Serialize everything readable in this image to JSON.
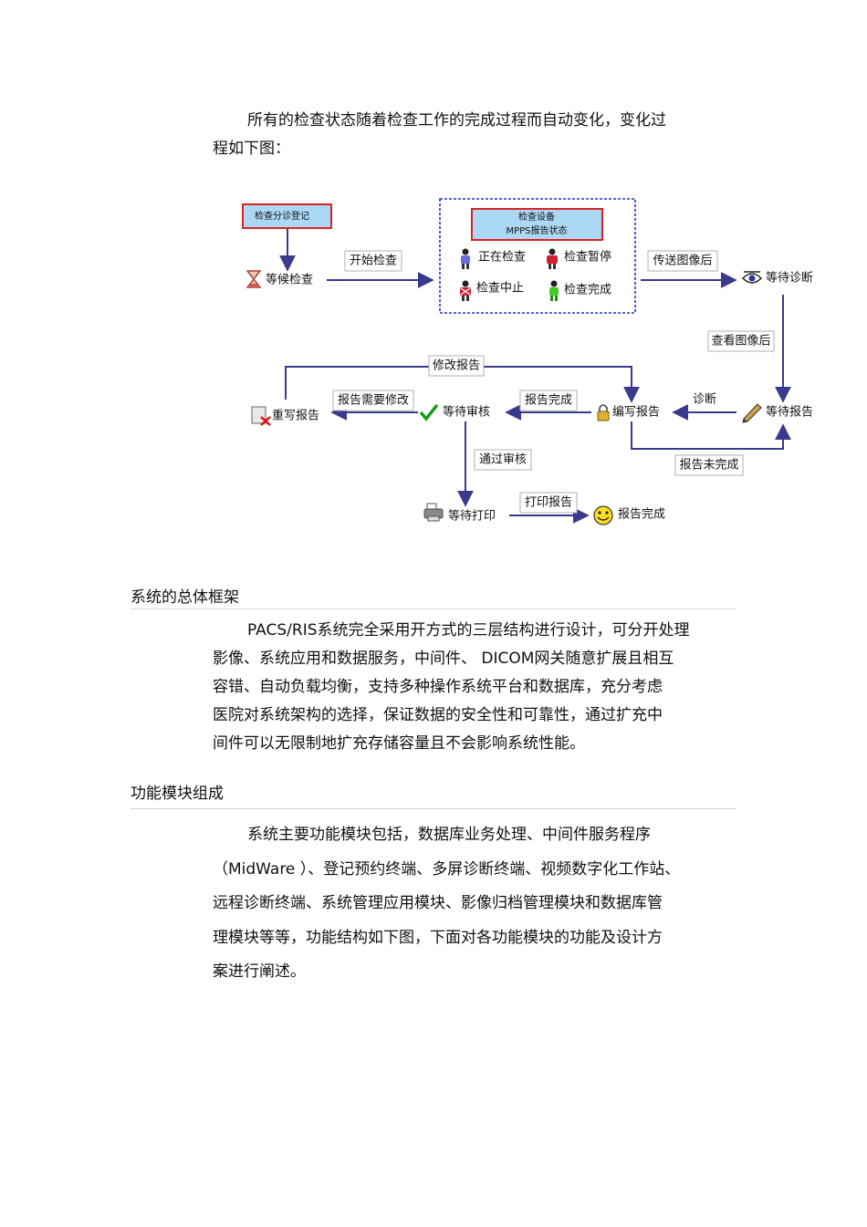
{
  "intro": {
    "line1": "所有的检查状态随着检查工作的完成过程而自动变化，变化过",
    "line2": "程如下图："
  },
  "diagram": {
    "registration": "检查分诊登记",
    "device_group_title": "检查设备",
    "device_group_subtitle": "MPPS报告状态",
    "states": {
      "waiting_exam": "等候检查",
      "in_progress": "正在检查",
      "paused": "检查暂停",
      "aborted": "检查中止",
      "completed": "检查完成",
      "waiting_diagnosis": "等待诊断",
      "waiting_report": "等待报告",
      "writing_report": "编写报告",
      "waiting_review": "等待审核",
      "rewrite_report": "重写报告",
      "waiting_print": "等待打印",
      "report_done": "报告完成"
    },
    "edges": {
      "start_exam": "开始检查",
      "after_transfer": "传送图像后",
      "after_view": "查看图像后",
      "diagnose": "诊断",
      "report_done": "报告完成",
      "needs_modify": "报告需要修改",
      "modify_report": "修改报告",
      "report_unfinished": "报告未完成",
      "pass_review": "通过审核",
      "print_report": "打印报告"
    },
    "icons": {
      "waiting_exam": "hourglass-icon",
      "in_progress": "person-blue-icon",
      "paused": "person-red-icon",
      "aborted": "person-red-x-icon",
      "completed": "person-green-icon",
      "waiting_diagnosis": "eye-icon",
      "waiting_report": "pencil-icon",
      "writing_report": "lock-icon",
      "waiting_review": "checkmark-icon",
      "rewrite_report": "document-x-icon",
      "waiting_print": "printer-icon",
      "report_done": "smiley-icon"
    }
  },
  "section1": {
    "title": "系统的总体框架",
    "lines": [
      "PACS/RIS系统完全采用开方式的三层结构进行设计，可分开处理",
      "影像、系统应用和数据服务，中间件、 DICOM网关随意扩展且相互",
      "容错、自动负载均衡，支持多种操作系统平台和数据库，充分考虑",
      "医院对系统架构的选择，保证数据的安全性和可靠性，通过扩充中",
      "间件可以无限制地扩充存储容量且不会影响系统性能。"
    ]
  },
  "section2": {
    "title": "功能模块组成",
    "lines": [
      "系统主要功能模块包括，数据库业务处理、中间件服务程序",
      "（MidWare ）、登记预约终端、多屏诊断终端、视频数字化工作站、",
      "远程诊断终端、系统管理应用模块、影像归档管理模块和数据库管",
      "理模块等等，功能结构如下图，下面对各功能模块的功能及设计方",
      "案进行阐述。"
    ]
  }
}
